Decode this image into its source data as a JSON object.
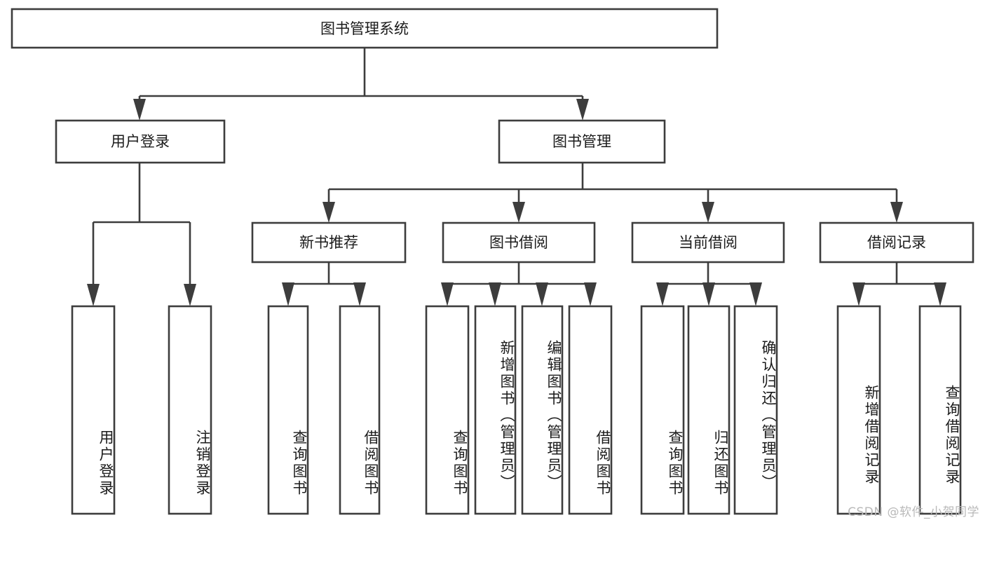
{
  "diagram": {
    "title": "图书管理系统",
    "type": "tree-hierarchy",
    "watermark": "CSDN @软件_小贺同学",
    "colors": {
      "box_stroke": "#3d3d3d",
      "box_fill": "#ffffff",
      "text": "#1b1b1b",
      "watermark": "#b9b9b9",
      "background": "#ffffff"
    },
    "levels": {
      "root": {
        "label": "图书管理系统"
      },
      "level2": [
        {
          "label": "用户登录"
        },
        {
          "label": "图书管理"
        }
      ],
      "level3": [
        {
          "label": "新书推荐"
        },
        {
          "label": "图书借阅"
        },
        {
          "label": "当前借阅"
        },
        {
          "label": "借阅记录"
        }
      ],
      "leaves": [
        {
          "label": "用户登录",
          "parent": "用户登录"
        },
        {
          "label": "注销登录",
          "parent": "用户登录"
        },
        {
          "label": "查询图书",
          "parent": "新书推荐"
        },
        {
          "label": "借阅图书",
          "parent": "新书推荐"
        },
        {
          "label": "查询图书",
          "parent": "图书借阅"
        },
        {
          "label": "新增图书（管理员）",
          "parent": "图书借阅"
        },
        {
          "label": "编辑图书（管理员）",
          "parent": "图书借阅"
        },
        {
          "label": "借阅图书",
          "parent": "图书借阅"
        },
        {
          "label": "查询图书",
          "parent": "当前借阅"
        },
        {
          "label": "归还图书",
          "parent": "当前借阅"
        },
        {
          "label": "确认归还（管理员）",
          "parent": "当前借阅"
        },
        {
          "label": "新增借阅记录",
          "parent": "借阅记录"
        },
        {
          "label": "查询借阅记录",
          "parent": "借阅记录"
        }
      ]
    }
  }
}
